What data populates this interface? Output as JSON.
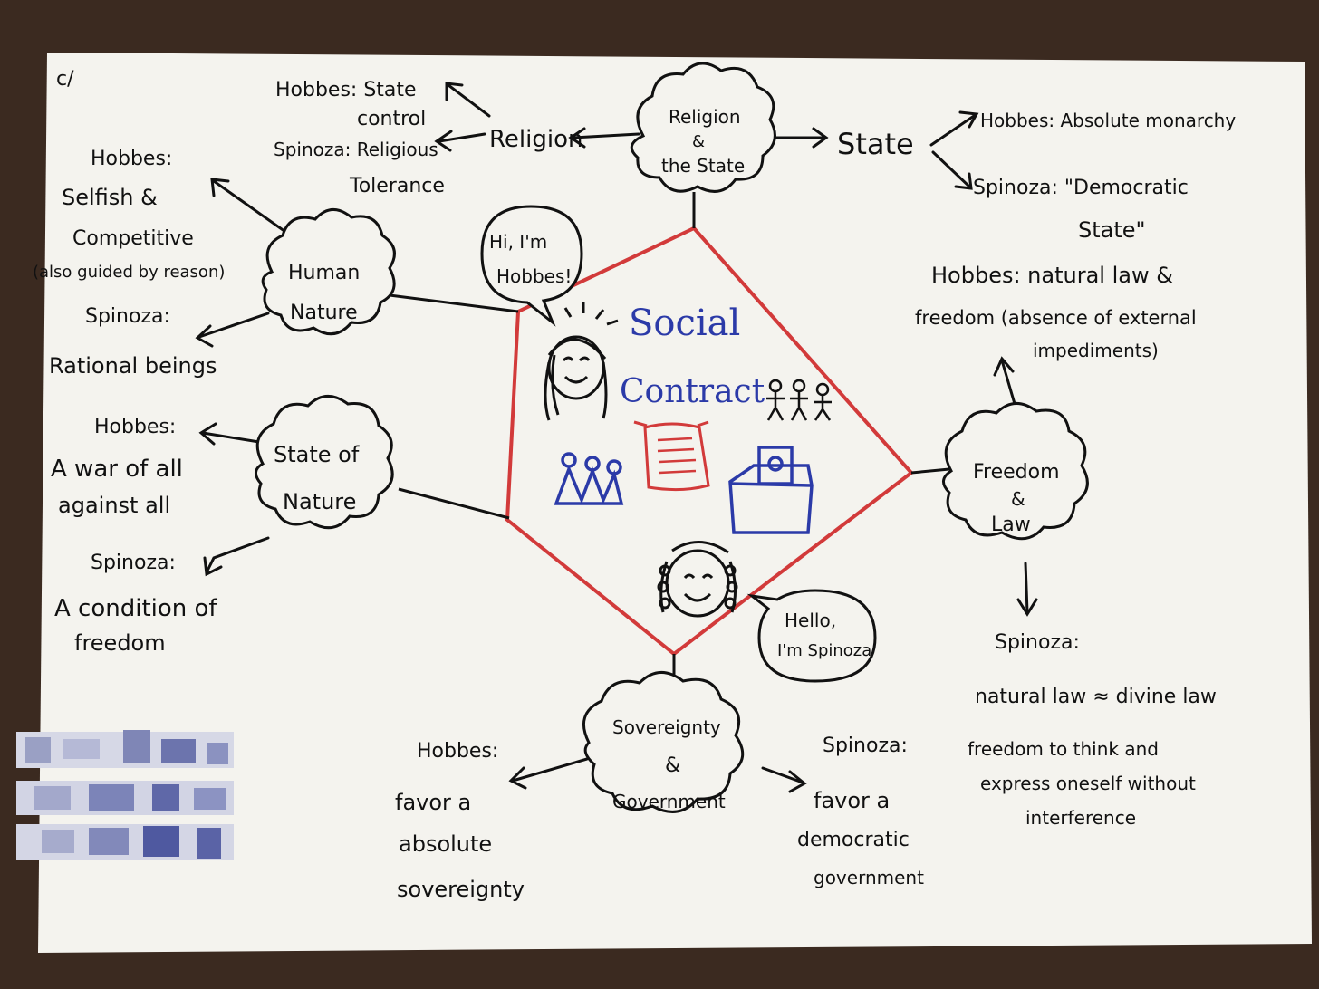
{
  "colors": {
    "table": "#3b2a20",
    "paper": "#f4f3ee",
    "ink": "#111111",
    "red": "#d23a3a",
    "blue": "#2b3aa8"
  },
  "corner_mark": "c/",
  "center": {
    "title_line1": "Social",
    "title_line2": "Contract"
  },
  "speech_hobbes": {
    "line1": "Hi, I'm",
    "line2": "Hobbes!"
  },
  "speech_spinoza": {
    "line1": "Hello,",
    "line2": "I'm Spinoza"
  },
  "religion_state": {
    "node_line1": "Religion",
    "node_line2": "&",
    "node_line3": "the State",
    "religion_label": "Religion",
    "state_label": "State",
    "religion_hobbes_line1": "Hobbes: State",
    "religion_hobbes_line2": "control",
    "religion_spinoza_line1": "Spinoza: Religious",
    "religion_spinoza_line2": "Tolerance",
    "state_hobbes": "Hobbes: Absolute monarchy",
    "state_spinoza_line1": "Spinoza: \"Democratic",
    "state_spinoza_line2": "State\""
  },
  "human_nature": {
    "node_line1": "Human",
    "node_line2": "Nature",
    "hobbes_line1": "Hobbes:",
    "hobbes_line2": "Selfish &",
    "hobbes_line3": "Competitive",
    "hobbes_line4": "(also guided by reason)",
    "spinoza_line1": "Spinoza:",
    "spinoza_line2": "Rational beings"
  },
  "state_of_nature": {
    "node_line1": "State of",
    "node_line2": "Nature",
    "hobbes_line1": "Hobbes:",
    "hobbes_line2": "A war of all",
    "hobbes_line3": "against all",
    "spinoza_line1": "Spinoza:",
    "spinoza_line2": "A condition of",
    "spinoza_line3": "freedom"
  },
  "freedom_law": {
    "node_line1": "Freedom",
    "node_line2": "&",
    "node_line3": "Law",
    "hobbes_line1": "Hobbes: natural law &",
    "hobbes_line2": "freedom (absence of external",
    "hobbes_line3": "impediments)",
    "spinoza_line1": "Spinoza:",
    "spinoza_line2": "natural law ≈ divine law",
    "spinoza_line3": "freedom to think and",
    "spinoza_line4": "express oneself without",
    "spinoza_line5": "interference"
  },
  "sovereignty": {
    "node_line1": "Sovereignty",
    "node_line2": "&",
    "node_line3": "Government",
    "hobbes_line1": "Hobbes:",
    "hobbes_line2": "favor a",
    "hobbes_line3": "absolute",
    "hobbes_line4": "sovereignty",
    "spinoza_line1": "Spinoza:",
    "spinoza_line2": "favor a",
    "spinoza_line3": "democratic",
    "spinoza_line4": "government"
  }
}
